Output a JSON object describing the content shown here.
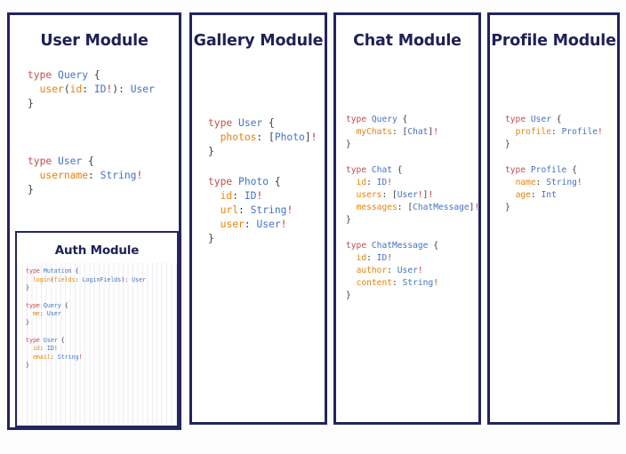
{
  "colors": {
    "border": "#23255e",
    "title": "#1e2156",
    "background": "#fdfdfd",
    "card_background": "#ffffff",
    "keyword": "#c0504d",
    "type_name": "#4472c4",
    "field_name": "#e8820c",
    "punctuation": "#3c3c3c",
    "non_null": "#c0392b"
  },
  "cards": [
    {
      "id": "user",
      "title": "User Module",
      "blocks": [
        {
          "lines": [
            [
              {
                "t": "kw",
                "v": "type"
              },
              {
                "t": "punc",
                "v": " "
              },
              {
                "t": "type",
                "v": "Query"
              },
              {
                "t": "punc",
                "v": " {"
              }
            ],
            [
              {
                "t": "punc",
                "v": "  "
              },
              {
                "t": "fld",
                "v": "user"
              },
              {
                "t": "punc",
                "v": "("
              },
              {
                "t": "fld",
                "v": "id"
              },
              {
                "t": "punc",
                "v": ": "
              },
              {
                "t": "type",
                "v": "ID"
              },
              {
                "t": "bang",
                "v": "!"
              },
              {
                "t": "punc",
                "v": "): "
              },
              {
                "t": "type",
                "v": "User"
              }
            ],
            [
              {
                "t": "punc",
                "v": "}"
              }
            ]
          ]
        },
        {
          "lines": [
            [
              {
                "t": "kw",
                "v": "type"
              },
              {
                "t": "punc",
                "v": " "
              },
              {
                "t": "type",
                "v": "User"
              },
              {
                "t": "punc",
                "v": " {"
              }
            ],
            [
              {
                "t": "punc",
                "v": "  "
              },
              {
                "t": "fld",
                "v": "username"
              },
              {
                "t": "punc",
                "v": ": "
              },
              {
                "t": "type",
                "v": "String"
              },
              {
                "t": "bang",
                "v": "!"
              }
            ],
            [
              {
                "t": "punc",
                "v": "}"
              }
            ]
          ]
        }
      ],
      "nested": {
        "id": "auth",
        "title": "Auth Module",
        "blocks": [
          {
            "lines": [
              [
                {
                  "t": "kw",
                  "v": "type"
                },
                {
                  "t": "punc",
                  "v": " "
                },
                {
                  "t": "type",
                  "v": "Mutation"
                },
                {
                  "t": "punc",
                  "v": " {"
                }
              ],
              [
                {
                  "t": "punc",
                  "v": "  "
                },
                {
                  "t": "fld",
                  "v": "login"
                },
                {
                  "t": "punc",
                  "v": "("
                },
                {
                  "t": "fld",
                  "v": "fields"
                },
                {
                  "t": "punc",
                  "v": ": "
                },
                {
                  "t": "type",
                  "v": "LoginFields"
                },
                {
                  "t": "punc",
                  "v": "): "
                },
                {
                  "t": "type",
                  "v": "User"
                }
              ],
              [
                {
                  "t": "punc",
                  "v": "}"
                }
              ]
            ]
          },
          {
            "lines": [
              [
                {
                  "t": "kw",
                  "v": "type"
                },
                {
                  "t": "punc",
                  "v": " "
                },
                {
                  "t": "type",
                  "v": "Query"
                },
                {
                  "t": "punc",
                  "v": " {"
                }
              ],
              [
                {
                  "t": "punc",
                  "v": "  "
                },
                {
                  "t": "fld",
                  "v": "me"
                },
                {
                  "t": "punc",
                  "v": ": "
                },
                {
                  "t": "type",
                  "v": "User"
                }
              ],
              [
                {
                  "t": "punc",
                  "v": "}"
                }
              ]
            ]
          },
          {
            "lines": [
              [
                {
                  "t": "kw",
                  "v": "type"
                },
                {
                  "t": "punc",
                  "v": " "
                },
                {
                  "t": "type",
                  "v": "User"
                },
                {
                  "t": "punc",
                  "v": " {"
                }
              ],
              [
                {
                  "t": "punc",
                  "v": "  "
                },
                {
                  "t": "fld",
                  "v": "id"
                },
                {
                  "t": "punc",
                  "v": ": "
                },
                {
                  "t": "type",
                  "v": "ID"
                },
                {
                  "t": "bang",
                  "v": "!"
                }
              ],
              [
                {
                  "t": "punc",
                  "v": "  "
                },
                {
                  "t": "fld",
                  "v": "email"
                },
                {
                  "t": "punc",
                  "v": ": "
                },
                {
                  "t": "type",
                  "v": "String"
                },
                {
                  "t": "bang",
                  "v": "!"
                }
              ],
              [
                {
                  "t": "punc",
                  "v": "}"
                }
              ]
            ]
          }
        ]
      }
    },
    {
      "id": "gallery",
      "title": "Gallery Module",
      "blocks": [
        {
          "lines": [
            [
              {
                "t": "kw",
                "v": "type"
              },
              {
                "t": "punc",
                "v": " "
              },
              {
                "t": "type",
                "v": "User"
              },
              {
                "t": "punc",
                "v": " {"
              }
            ],
            [
              {
                "t": "punc",
                "v": "  "
              },
              {
                "t": "fld",
                "v": "photos"
              },
              {
                "t": "punc",
                "v": ": ["
              },
              {
                "t": "type",
                "v": "Photo"
              },
              {
                "t": "punc",
                "v": "]"
              },
              {
                "t": "bang",
                "v": "!"
              }
            ],
            [
              {
                "t": "punc",
                "v": "}"
              }
            ]
          ]
        },
        {
          "lines": [
            [
              {
                "t": "kw",
                "v": "type"
              },
              {
                "t": "punc",
                "v": " "
              },
              {
                "t": "type",
                "v": "Photo"
              },
              {
                "t": "punc",
                "v": " {"
              }
            ],
            [
              {
                "t": "punc",
                "v": "  "
              },
              {
                "t": "fld",
                "v": "id"
              },
              {
                "t": "punc",
                "v": ": "
              },
              {
                "t": "type",
                "v": "ID"
              },
              {
                "t": "bang",
                "v": "!"
              }
            ],
            [
              {
                "t": "punc",
                "v": "  "
              },
              {
                "t": "fld",
                "v": "url"
              },
              {
                "t": "punc",
                "v": ": "
              },
              {
                "t": "type",
                "v": "String"
              },
              {
                "t": "bang",
                "v": "!"
              }
            ],
            [
              {
                "t": "punc",
                "v": "  "
              },
              {
                "t": "fld",
                "v": "user"
              },
              {
                "t": "punc",
                "v": ": "
              },
              {
                "t": "type",
                "v": "User"
              },
              {
                "t": "bang",
                "v": "!"
              }
            ],
            [
              {
                "t": "punc",
                "v": "}"
              }
            ]
          ]
        }
      ]
    },
    {
      "id": "chat",
      "title": "Chat Module",
      "blocks": [
        {
          "lines": [
            [
              {
                "t": "kw",
                "v": "type"
              },
              {
                "t": "punc",
                "v": " "
              },
              {
                "t": "type",
                "v": "Query"
              },
              {
                "t": "punc",
                "v": " {"
              }
            ],
            [
              {
                "t": "punc",
                "v": "  "
              },
              {
                "t": "fld",
                "v": "myChats"
              },
              {
                "t": "punc",
                "v": ": ["
              },
              {
                "t": "type",
                "v": "Chat"
              },
              {
                "t": "punc",
                "v": "]"
              },
              {
                "t": "bang",
                "v": "!"
              }
            ],
            [
              {
                "t": "punc",
                "v": "}"
              }
            ]
          ]
        },
        {
          "lines": [
            [
              {
                "t": "kw",
                "v": "type"
              },
              {
                "t": "punc",
                "v": " "
              },
              {
                "t": "type",
                "v": "Chat"
              },
              {
                "t": "punc",
                "v": " {"
              }
            ],
            [
              {
                "t": "punc",
                "v": "  "
              },
              {
                "t": "fld",
                "v": "id"
              },
              {
                "t": "punc",
                "v": ": "
              },
              {
                "t": "type",
                "v": "ID"
              },
              {
                "t": "bang",
                "v": "!"
              }
            ],
            [
              {
                "t": "punc",
                "v": "  "
              },
              {
                "t": "fld",
                "v": "users"
              },
              {
                "t": "punc",
                "v": ": ["
              },
              {
                "t": "type",
                "v": "User"
              },
              {
                "t": "bang",
                "v": "!"
              },
              {
                "t": "punc",
                "v": "]"
              },
              {
                "t": "bang",
                "v": "!"
              }
            ],
            [
              {
                "t": "punc",
                "v": "  "
              },
              {
                "t": "fld",
                "v": "messages"
              },
              {
                "t": "punc",
                "v": ": ["
              },
              {
                "t": "type",
                "v": "ChatMessage"
              },
              {
                "t": "punc",
                "v": "]"
              },
              {
                "t": "bang",
                "v": "!"
              }
            ],
            [
              {
                "t": "punc",
                "v": "}"
              }
            ]
          ]
        },
        {
          "lines": [
            [
              {
                "t": "kw",
                "v": "type"
              },
              {
                "t": "punc",
                "v": " "
              },
              {
                "t": "type",
                "v": "ChatMessage"
              },
              {
                "t": "punc",
                "v": " {"
              }
            ],
            [
              {
                "t": "punc",
                "v": "  "
              },
              {
                "t": "fld",
                "v": "id"
              },
              {
                "t": "punc",
                "v": ": "
              },
              {
                "t": "type",
                "v": "ID"
              },
              {
                "t": "bang",
                "v": "!"
              }
            ],
            [
              {
                "t": "punc",
                "v": "  "
              },
              {
                "t": "fld",
                "v": "author"
              },
              {
                "t": "punc",
                "v": ": "
              },
              {
                "t": "type",
                "v": "User"
              },
              {
                "t": "bang",
                "v": "!"
              }
            ],
            [
              {
                "t": "punc",
                "v": "  "
              },
              {
                "t": "fld",
                "v": "content"
              },
              {
                "t": "punc",
                "v": ": "
              },
              {
                "t": "type",
                "v": "String"
              },
              {
                "t": "bang",
                "v": "!"
              }
            ],
            [
              {
                "t": "punc",
                "v": "}"
              }
            ]
          ]
        }
      ]
    },
    {
      "id": "profile",
      "title": "Profile Module",
      "blocks": [
        {
          "lines": [
            [
              {
                "t": "kw",
                "v": "type"
              },
              {
                "t": "punc",
                "v": " "
              },
              {
                "t": "type",
                "v": "User"
              },
              {
                "t": "punc",
                "v": " {"
              }
            ],
            [
              {
                "t": "punc",
                "v": "  "
              },
              {
                "t": "fld",
                "v": "profile"
              },
              {
                "t": "punc",
                "v": ": "
              },
              {
                "t": "type",
                "v": "Profile"
              },
              {
                "t": "bang",
                "v": "!"
              }
            ],
            [
              {
                "t": "punc",
                "v": "}"
              }
            ]
          ]
        },
        {
          "lines": [
            [
              {
                "t": "kw",
                "v": "type"
              },
              {
                "t": "punc",
                "v": " "
              },
              {
                "t": "type",
                "v": "Profile"
              },
              {
                "t": "punc",
                "v": " {"
              }
            ],
            [
              {
                "t": "punc",
                "v": "  "
              },
              {
                "t": "fld",
                "v": "name"
              },
              {
                "t": "punc",
                "v": ": "
              },
              {
                "t": "type",
                "v": "String"
              },
              {
                "t": "bang",
                "v": "!"
              }
            ],
            [
              {
                "t": "punc",
                "v": "  "
              },
              {
                "t": "fld",
                "v": "age"
              },
              {
                "t": "punc",
                "v": ": "
              },
              {
                "t": "type",
                "v": "Int"
              }
            ],
            [
              {
                "t": "punc",
                "v": "}"
              }
            ]
          ]
        }
      ]
    }
  ]
}
